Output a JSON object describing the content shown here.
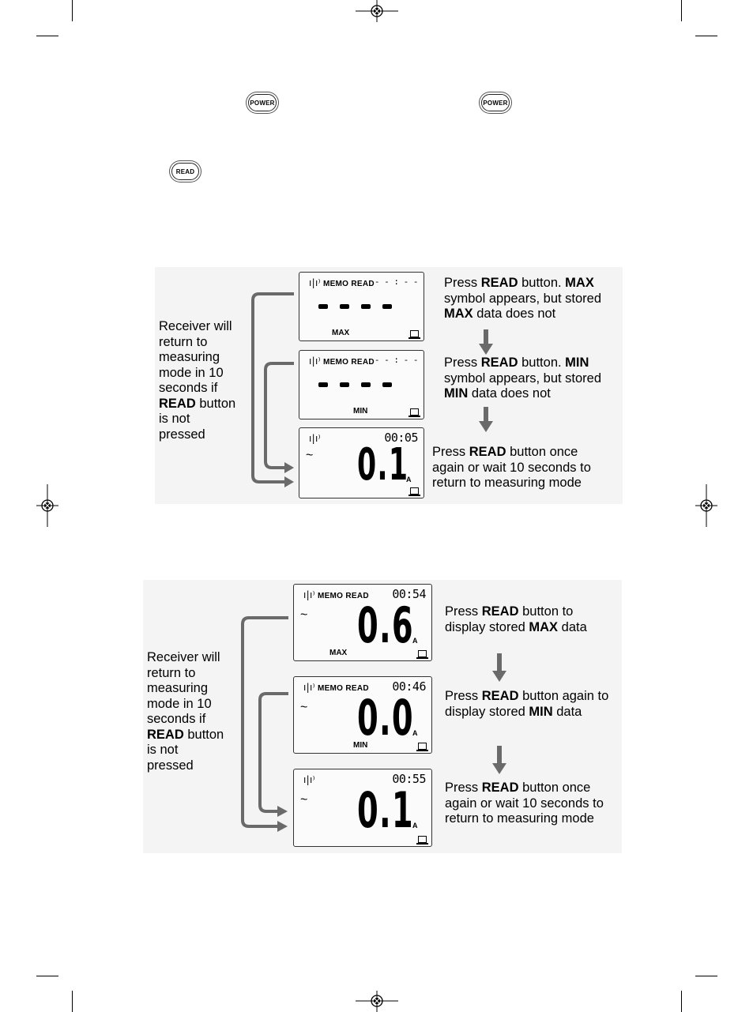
{
  "buttons": {
    "power_label": "POWER",
    "read_label": "READ"
  },
  "section1": {
    "receiver_note": {
      "l1": "Receiver will",
      "l2": "return to",
      "l3": "measuring",
      "l4": "mode in 10",
      "l5": "seconds if",
      "l6_bold": "READ",
      "l6_rest": " button",
      "l7": "is not",
      "l8": "pressed"
    },
    "lcd1": {
      "header": "MEMO READ",
      "time": "- - : - -",
      "mode": "MAX"
    },
    "lcd2": {
      "header": "MEMO READ",
      "time": "- - : - -",
      "mode": "MIN"
    },
    "lcd3": {
      "time": "00:05",
      "value": "0.1",
      "unit": "A"
    },
    "step1": {
      "a": "Press ",
      "b": "READ",
      "c": " button. ",
      "d": "MAX",
      "e": "symbol appears, but stored",
      "f": "MAX",
      "g": " data does not"
    },
    "step2": {
      "a": "Press ",
      "b": "READ",
      "c": " button. ",
      "d": "MIN",
      "e": "symbol appears, but stored",
      "f": "MIN",
      "g": " data does not"
    },
    "step3": {
      "a": "Press ",
      "b": "READ",
      "c": " button once",
      "d": "again or wait 10 seconds to",
      "e": "return to measuring mode"
    }
  },
  "section2": {
    "receiver_note": {
      "l1": "Receiver will",
      "l2": "return to",
      "l3": "measuring",
      "l4": "mode in 10",
      "l5": "seconds if",
      "l6_bold": "READ",
      "l6_rest": " button",
      "l7": "is not",
      "l8": "pressed"
    },
    "lcd1": {
      "header": "MEMO READ",
      "time": "00:54",
      "value": "0.6",
      "unit": "A",
      "mode": "MAX"
    },
    "lcd2": {
      "header": "MEMO READ",
      "time": "00:46",
      "value": "0.0",
      "unit": "A",
      "mode": "MIN"
    },
    "lcd3": {
      "time": "00:55",
      "value": "0.1",
      "unit": "A"
    },
    "step1": {
      "a": "Press ",
      "b": "READ",
      "c": " button to",
      "d": "display stored ",
      "e": "MAX",
      "f": " data"
    },
    "step2": {
      "a": "Press ",
      "b": "READ",
      "c": " button again to",
      "d": "display stored ",
      "e": "MIN",
      "f": " data"
    },
    "step3": {
      "a": "Press ",
      "b": "READ",
      "c": " button once",
      "d": "again or wait 10 seconds to",
      "e": "return to measuring mode"
    }
  },
  "symbols": {
    "tilde": "~",
    "signal": "ı|ı⁾"
  },
  "colors": {
    "arrow": "#6a6a6a",
    "panel": "#f4f4f4"
  }
}
